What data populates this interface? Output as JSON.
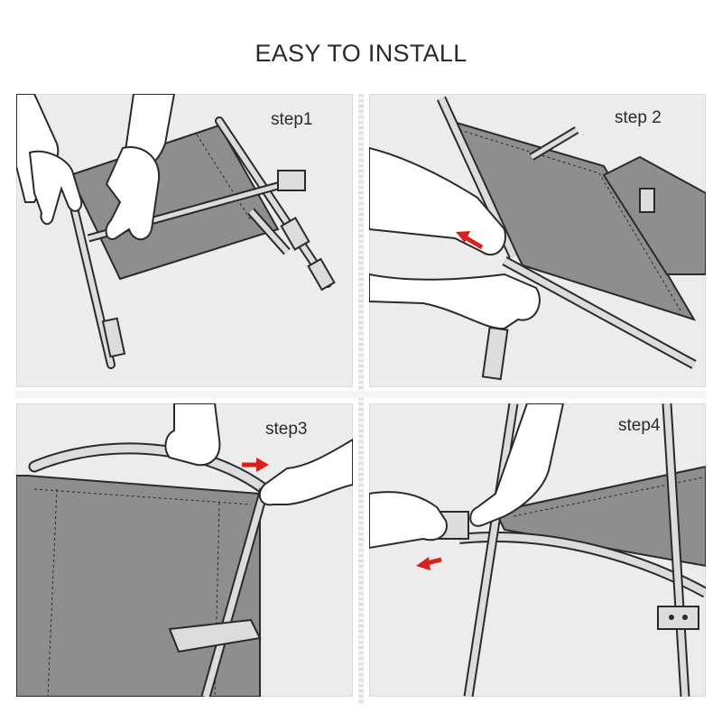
{
  "title": "EASY TO INSTALL",
  "steps": [
    {
      "label": "step1"
    },
    {
      "label": "step 2"
    },
    {
      "label": "step3"
    },
    {
      "label": "step4"
    }
  ],
  "colors": {
    "panel_bg": "#ececec",
    "fabric": "#8e8e8e",
    "frame": "#dcdcdc",
    "outline": "#2a2a2a",
    "arrow": "#d9201a",
    "skin": "#ffffff"
  }
}
